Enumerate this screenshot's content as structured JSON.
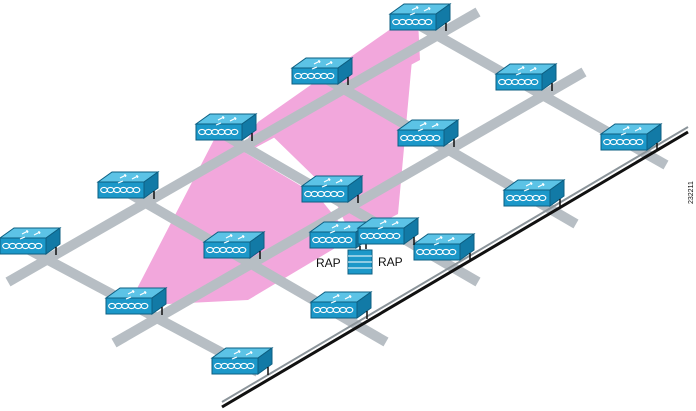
{
  "diagram": {
    "colors": {
      "background": "#ffffff",
      "mesh_link": "#b7bec4",
      "coverage_zone": "#f2a7dc",
      "device_top": "#5cc3e6",
      "device_face": "#1c98c9",
      "device_edge": "#0d5f82",
      "device_glyph": "#ffffff",
      "wired_backbone": "#111111"
    },
    "devices": {
      "mesh_ap_icon": "wireless-mesh-ap-icon",
      "switch_icon": "switch-stack-icon"
    },
    "labels": {
      "rap_left": "RAP",
      "rap_right": "RAP",
      "figure_number": "232211"
    }
  }
}
